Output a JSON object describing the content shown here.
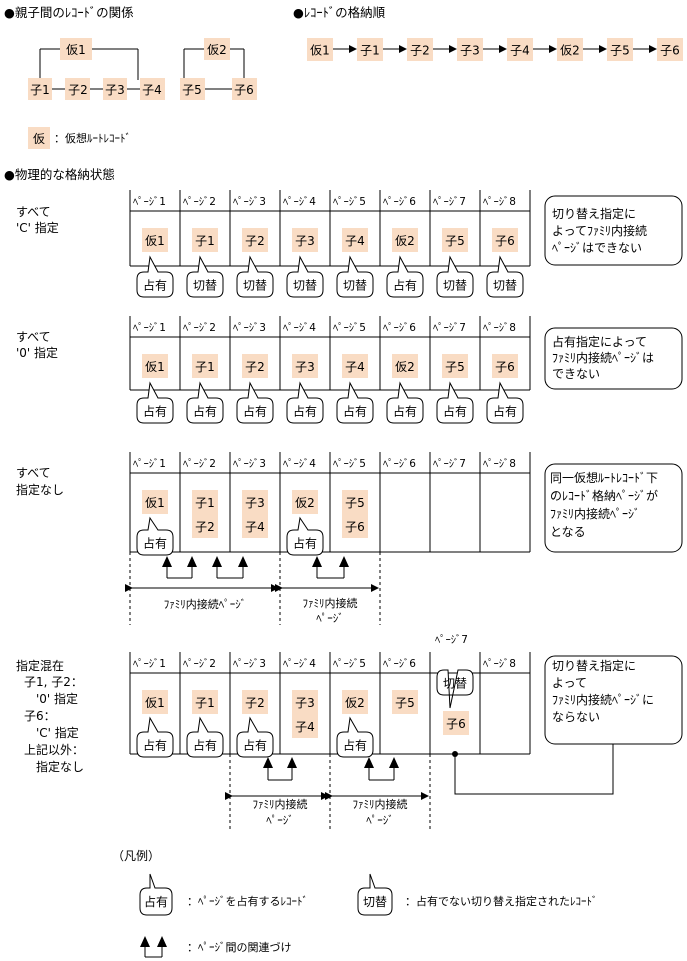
{
  "titles": {
    "relationship": "●親子間のﾚｺｰﾄﾞの関係",
    "order": "●ﾚｺｰﾄﾞの格納順",
    "physical": "●物理的な格納状態"
  },
  "tree": {
    "parent1": "仮1",
    "parent2": "仮2",
    "children1": [
      "子1",
      "子2",
      "子3",
      "子4"
    ],
    "children2": [
      "子5",
      "子6"
    ]
  },
  "key_virtual": {
    "box": "仮",
    "text": "：仮想ﾙｰﾄﾚｺｰﾄﾞ"
  },
  "order_seq": [
    "仮1",
    "子1",
    "子2",
    "子3",
    "子4",
    "仮2",
    "子5",
    "子6"
  ],
  "page_headers": [
    "ﾍﾟｰｼﾞ1",
    "ﾍﾟｰｼﾞ2",
    "ﾍﾟｰｼﾞ3",
    "ﾍﾟｰｼﾞ4",
    "ﾍﾟｰｼﾞ5",
    "ﾍﾟｰｼﾞ6",
    "ﾍﾟｰｼﾞ7",
    "ﾍﾟｰｼﾞ8"
  ],
  "sections": [
    {
      "label": [
        "すべて",
        "'C' 指定"
      ],
      "records": [
        "仮1",
        "子1",
        "子2",
        "子3",
        "子4",
        "仮2",
        "子5",
        "子6"
      ],
      "callouts": [
        "占有",
        "切替",
        "切替",
        "切替",
        "切替",
        "占有",
        "切替",
        "切替"
      ],
      "note": [
        "切り替え指定に",
        "よってﾌｧﾐﾘ内接続",
        "ﾍﾟｰｼﾞはできない"
      ]
    },
    {
      "label": [
        "すべて",
        "'0' 指定"
      ],
      "records": [
        "仮1",
        "子1",
        "子2",
        "子3",
        "子4",
        "仮2",
        "子5",
        "子6"
      ],
      "callouts": [
        "占有",
        "占有",
        "占有",
        "占有",
        "占有",
        "占有",
        "占有",
        "占有"
      ],
      "note": [
        "占有指定によって",
        "ﾌｧﾐﾘ内接続ﾍﾟｰｼﾞは",
        "できない"
      ]
    },
    {
      "label": [
        "すべて",
        "指定なし"
      ],
      "records": [
        [
          "仮1"
        ],
        [
          "子1",
          "子2"
        ],
        [
          "子3",
          "子4"
        ],
        [
          "仮2"
        ],
        [
          "子5",
          "子6"
        ]
      ],
      "callouts": [
        "占有",
        "占有"
      ],
      "family": [
        "ﾌｧﾐﾘ内接続ﾍﾟｰｼﾞ",
        "ﾌｧﾐﾘ内接続",
        "ﾍﾟｰｼﾞ"
      ],
      "note": [
        "同一仮想ﾙｰﾄﾚｺｰﾄﾞ下",
        "のﾚｺｰﾄﾞ格納ﾍﾟｰｼﾞが",
        "ﾌｧﾐﾘ内接続ﾍﾟｰｼﾞ",
        "となる"
      ]
    },
    {
      "label": [
        "指定混在",
        "子1, 子2：",
        "'0' 指定",
        "子6：",
        "'C' 指定",
        "上記以外：",
        "指定なし"
      ],
      "page7_label": "ﾍﾟｰｼﾞ7",
      "records": [
        [
          "仮1"
        ],
        [
          "子1"
        ],
        [
          "子2"
        ],
        [
          "子3",
          "子4"
        ],
        [
          "仮2"
        ],
        [
          "子5"
        ],
        [],
        []
      ],
      "callouts": [
        "占有",
        "占有",
        "占有",
        "占有"
      ],
      "switch_callout": "切替",
      "switch_record": "子6",
      "family": [
        "ﾌｧﾐﾘ内接続",
        "ﾍﾟｰｼﾞ",
        "ﾌｧﾐﾘ内接続",
        "ﾍﾟｰｼﾞ"
      ],
      "note": [
        "切り替え指定に",
        "よって",
        "ﾌｧﾐﾘ内接続ﾍﾟｰｼﾞに",
        "ならない"
      ]
    }
  ],
  "legend": {
    "title": "（凡例）",
    "occupy_box": "占有",
    "occupy_text": "：ﾍﾟｰｼﾞを占有するﾚｺｰﾄﾞ",
    "switch_box": "切替",
    "switch_text": "：占有でない切り替え指定されたﾚｺｰﾄﾞ",
    "link_text": "：ﾍﾟｰｼﾞ間の関連づけ"
  }
}
